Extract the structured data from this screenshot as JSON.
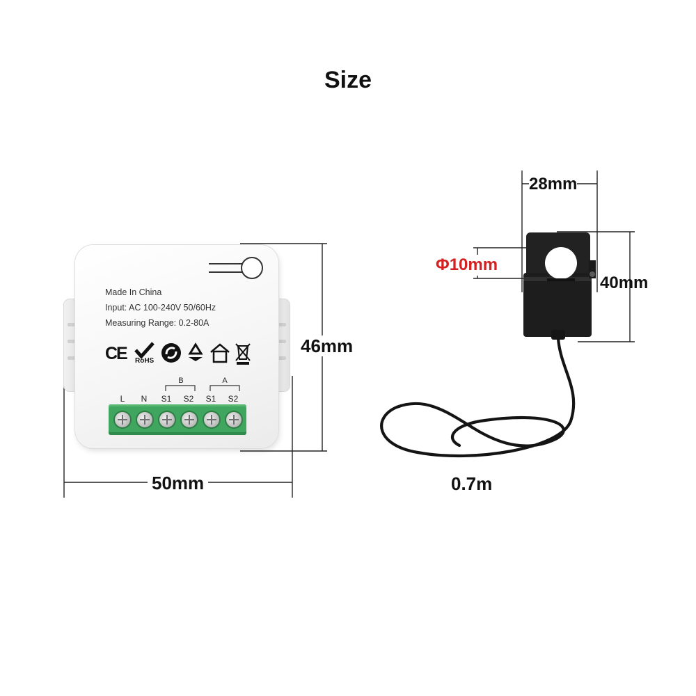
{
  "page": {
    "title": "Size"
  },
  "dimensions": {
    "device_width": "50mm",
    "device_height": "46mm",
    "ct_width": "28mm",
    "ct_hole_diameter": "Φ10mm",
    "ct_height": "40mm",
    "cable_length": "0.7m"
  },
  "device": {
    "spec_lines": [
      "Made In China",
      "Input: AC 100-240V 50/60Hz",
      "Measuring Range: 0.2-80A"
    ],
    "cert_icons": [
      "ce-mark-icon",
      "rohs-check-icon",
      "green-dot-icon",
      "recycle-icon",
      "home-icon",
      "weee-bin-icon"
    ],
    "cert_text": {
      "ce": "CE",
      "rohs": "RoHS"
    },
    "group_labels": [
      "B",
      "A"
    ],
    "terminal_labels": [
      "L",
      "N",
      "S1",
      "S2",
      "S1",
      "S2"
    ]
  },
  "colors": {
    "terminal_green": "#3fa55f",
    "diameter_red": "#d42020",
    "clamp_black": "#1d1d1d"
  }
}
